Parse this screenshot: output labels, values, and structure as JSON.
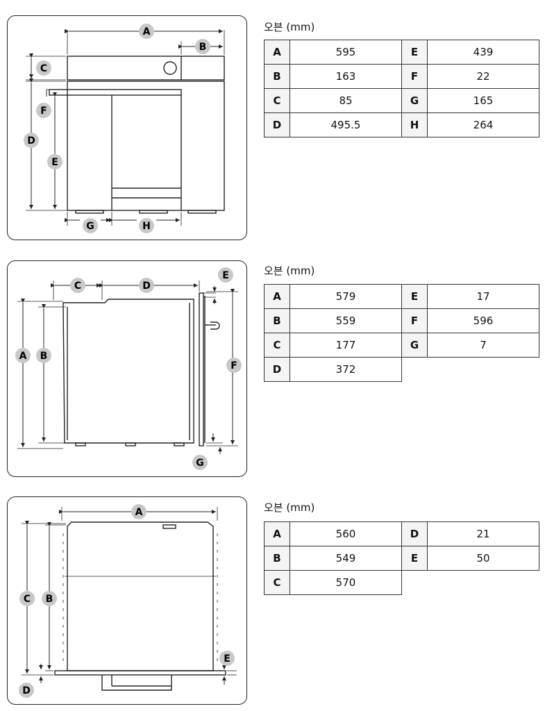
{
  "sections": [
    {
      "title": "오븐 (mm)",
      "rows": [
        {
          "k1": "A",
          "v1": "595",
          "k2": "E",
          "v2": "439"
        },
        {
          "k1": "B",
          "v1": "163",
          "k2": "F",
          "v2": "22"
        },
        {
          "k1": "C",
          "v1": "85",
          "k2": "G",
          "v2": "165"
        },
        {
          "k1": "D",
          "v1": "495.5",
          "k2": "H",
          "v2": "264"
        }
      ]
    },
    {
      "title": "오븐 (mm)",
      "rows": [
        {
          "k1": "A",
          "v1": "579",
          "k2": "E",
          "v2": "17"
        },
        {
          "k1": "B",
          "v1": "559",
          "k2": "F",
          "v2": "596"
        },
        {
          "k1": "C",
          "v1": "177",
          "k2": "G",
          "v2": "7"
        },
        {
          "k1": "D",
          "v1": "372"
        }
      ]
    },
    {
      "title": "오븐 (mm)",
      "rows": [
        {
          "k1": "A",
          "v1": "560",
          "k2": "D",
          "v2": "21"
        },
        {
          "k1": "B",
          "v1": "549",
          "k2": "E",
          "v2": "50"
        },
        {
          "k1": "C",
          "v1": "570"
        }
      ]
    }
  ],
  "diagram_labels": {
    "front": [
      "A",
      "B",
      "C",
      "F",
      "D",
      "E",
      "G",
      "H"
    ],
    "side": [
      "C",
      "D",
      "E",
      "A",
      "B",
      "F",
      "G"
    ],
    "top": [
      "A",
      "C",
      "B",
      "E",
      "D"
    ]
  },
  "colors": {
    "callout_fill": "#c8c8c8",
    "line": "#222222"
  }
}
